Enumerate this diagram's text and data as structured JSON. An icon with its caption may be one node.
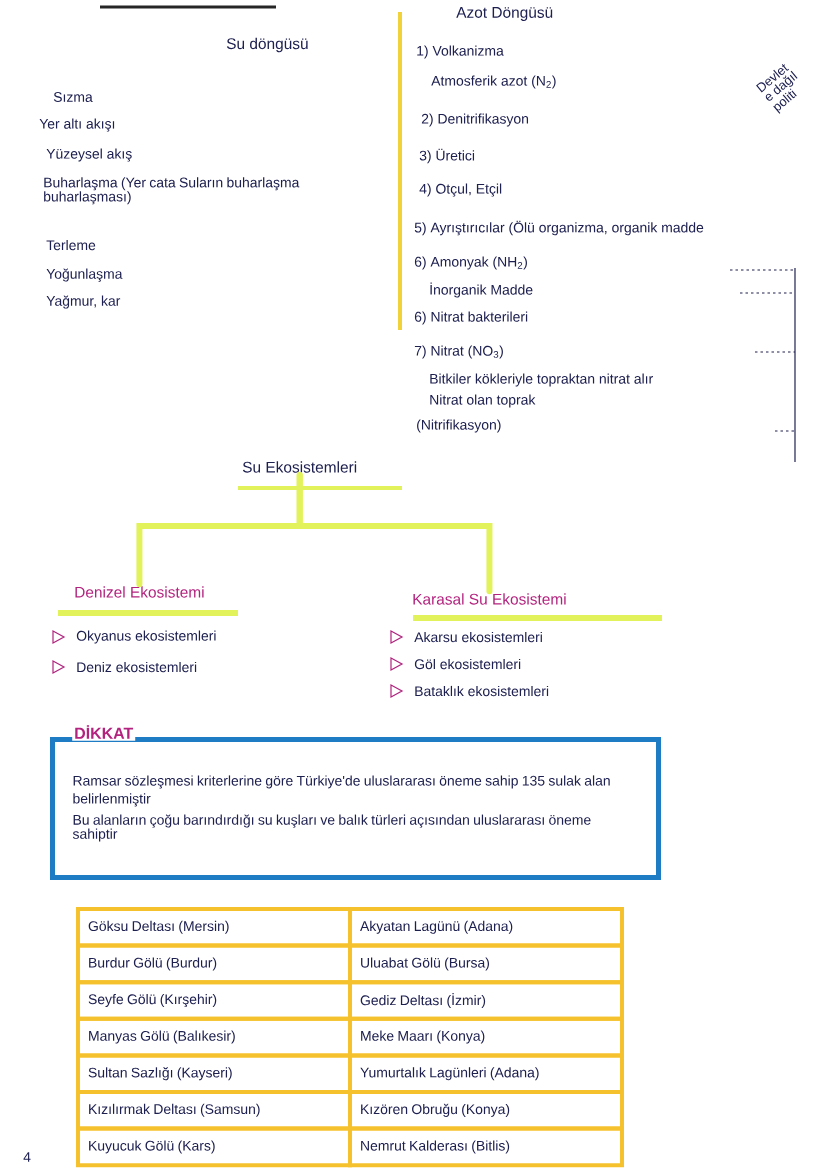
{
  "diagram": {
    "nodes": [
      {
        "text": [
          "Su Ekosistemleri"
        ]
      },
      {
        "text": [
          "Denizel Ekosistemi"
        ]
      },
      {
        "text": [
          "Karasal Su Ekosistemi"
        ]
      },
      {
        "text": [
          "DİKKAT",
          "Ramsar sözleşmesi kriterlerine göre Türkiye'de uluslararası öneme sahip 135 sulak alan belirlenmiştir",
          "Bu alanların çoğu barındırdığı su kuşları ve balık türleri açısından uluslararası öneme sahiptir"
        ]
      }
    ],
    "edges": [
      {
        "from": 0,
        "to": 1,
        "arrow": "none"
      },
      {
        "from": 0,
        "to": 2,
        "arrow": "none"
      }
    ],
    "labels": [
      "Su döngüsü",
      "Sızma",
      "Yer altı akışı",
      "Yüzeysel akış",
      "Buharlaşma (Yer cata Suların buharlaşma buharlaşması)",
      "Terleme",
      "Yoğunlaşma",
      "Yağmur, kar",
      "Azot Döngüsü",
      "1) Volkanizma",
      "Atmosferik azot (N$_{2}$)",
      "2) Denitrifikasyon",
      "3) Üretici",
      "4) Otçul, Etçil",
      "5) Ayrıştırıcılar (Ölü organizma, organik madde",
      "6) Amonyak (NH$_{2}$)",
      "İnorganik Madde",
      "6) Nitrat bakterileri",
      "7) Nitrat (NO$_{3}$)",
      "Bitkiler kökleriyle topraktan nitrat alır",
      "Nitrat olan toprak",
      "(Nitrifikasyon)",
      "Devlet e dağıl politi",
      "Okyanus ekosistemleri",
      "Deniz ekosistemleri",
      "Akarsu ekosistemleri",
      "Göl ekosistemleri",
      "Bataklık ekosistemleri",
      "Göksu Deltası (Mersin)",
      "Akyatan Lagünü (Adana)",
      "Burdur Gölü (Burdur)",
      "Uluabat Gölü (Bursa)",
      "Seyfe Gölü (Kırşehir)",
      "Gediz Deltası (İzmir)",
      "Manyas Gölü (Balıkesir)",
      "Meke Maarı (Konya)",
      "Sultan Sazlığı (Kayseri)",
      "Yumurtalık Lagünleri (Adana)",
      "Kızılırmak Deltası (Samsun)",
      "Kızören Obruğu (Konya)",
      "Kuyucuk Gölü (Kars)",
      "Nemrut Kalderası (Bitlis)",
      "4"
    ]
  }
}
